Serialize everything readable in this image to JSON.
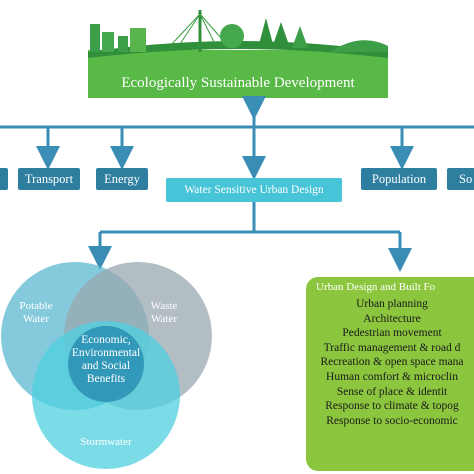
{
  "header": {
    "banner_label": "Ecologically Sustainable Development"
  },
  "topics_row": {
    "items": [
      {
        "id": "cut-left",
        "label": ""
      },
      {
        "id": "transport",
        "label": "Transport"
      },
      {
        "id": "energy",
        "label": "Energy"
      },
      {
        "id": "population",
        "label": "Population"
      },
      {
        "id": "cut-right",
        "label": "So"
      }
    ]
  },
  "center": {
    "wsud_label": "Water Sensitive Urban Design"
  },
  "venn": {
    "potable_label_1": "Potable",
    "potable_label_2": "Water",
    "waste_label_1": "Waste",
    "waste_label_2": "Water",
    "stormwater_label": "Stormwater",
    "center_line_1": "Economic,",
    "center_line_2": "Environmental",
    "center_line_3": "and Social",
    "center_line_4": "Benefits"
  },
  "urban_design": {
    "title": "Urban Design and Built Fo",
    "items": [
      "Urban planning",
      "Architecture",
      "Pedestrian movement",
      "Traffic management & road d",
      "Recreation & open space mana",
      "Human comfort & microclin",
      "Sense of place & identit",
      "Response to climate & topog",
      "Response to socio-economic"
    ]
  },
  "colors": {
    "banner_green": "#4caf3a",
    "box_blue": "#2e7ea0",
    "wsud_cyan": "#48c4d8",
    "panel_green": "#8cc63f",
    "arrow_blue": "#3a8db5"
  }
}
